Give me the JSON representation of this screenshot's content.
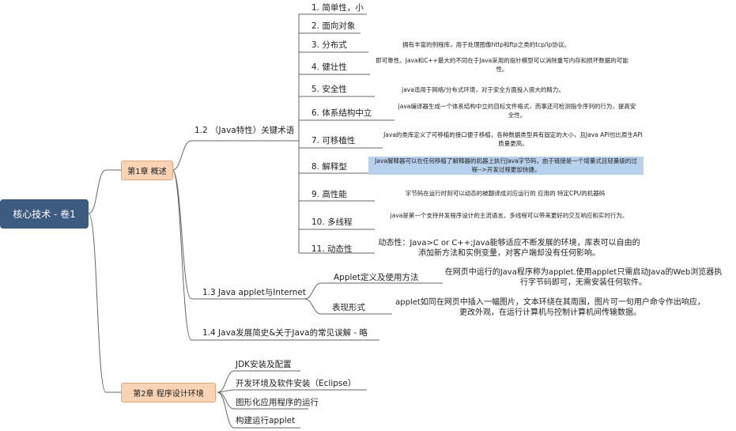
{
  "root": "核心技术 - 卷1",
  "chapter1": {
    "label": "第1章 概述",
    "sec12": {
      "label": "1.2 （Java特性）关键术语",
      "items": [
        {
          "label": "1. 简单性，小",
          "desc": ""
        },
        {
          "label": "2. 面向对象",
          "desc": ""
        },
        {
          "label": "3. 分布式",
          "desc": "拥有丰富的例程库，用于处理图像http和ftp之类的tcp/ip协议。"
        },
        {
          "label": "4. 健壮性",
          "desc": "即可靠性。Java和C++最大的不同在于Java采用的指针模型可以消除重写内存和损坏数据的可能性。"
        },
        {
          "label": "5. 安全性",
          "desc": "java适用于网络/分布式环境，对于安全方面投入很大的精力。"
        },
        {
          "label": "6. 体系结构中立",
          "desc": "java编译器生成一个体系结构中立的目标文件格式，而事还可检测指令序列的行为，提高安全性。"
        },
        {
          "label": "7. 可移植性",
          "desc": "Java的类库定义了可移植的接口便于移植，各种数据类型具有固定的大小，且Java API也比原生API质量更高。"
        },
        {
          "label": "8. 解释型",
          "desc": "Java解释器可以在任何移植了解释器的机器上执行Java字节码，由于链接是一个增量式且轻量级的过程-->开发过程更加快捷。"
        },
        {
          "label": "9. 高性能",
          "desc": "字节码在运行时刻可以动态的被翻译成对应运行的 应用的   特定CPU的机器码"
        },
        {
          "label": "10. 多线程",
          "desc": "java是第一个支持并发程序设计的主流语言。多线程可以带来更好的交互响应和实时行为。"
        },
        {
          "label": "11. 动态性",
          "desc": "动态性：Java>C or C++;Java能够适应不断发展的环境，库表可以自由的添加新方法和实例变量，对客户端却没有任何影响。"
        }
      ]
    },
    "sec13": {
      "label": "1.3 Java applet与Internet",
      "items": [
        {
          "label": "Applet定义及使用方法",
          "desc": "在网页中运行的Java程序称为applet.使用applet只需启动Java的Web浏览器执行字节码即可，无需安装任何软件。"
        },
        {
          "label": "表现形式",
          "desc": "applet如同在网页中插入一幅图片，文本环绕在其周围，图片可一句用户命令作出响应，更改外观，在运行计算机与控制计算机间传输数据。"
        }
      ]
    },
    "sec14": {
      "label": "1.4 Java发展简史&关于Java的常见误解  - 略"
    }
  },
  "chapter2": {
    "label": "第2章 程序设计环境",
    "items": [
      "JDK安装及配置",
      "开发环境及软件安装（Eclipse）",
      "图形化应用程序的运行",
      "构建运行applet"
    ]
  },
  "colors": {
    "root_bg": "#3d5a80",
    "chapter_bg": "#f9d3b4",
    "line": "#666666",
    "highlight": "#b8d2ee"
  }
}
